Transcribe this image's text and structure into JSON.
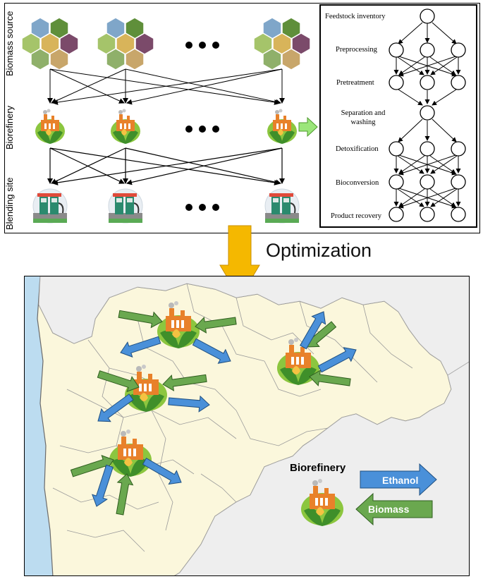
{
  "supply_chain": {
    "row_labels": [
      "Biomass source",
      "Biorefinery",
      "Blending site"
    ],
    "icons": {
      "biomass": "biomass-hexagon-cluster-icon",
      "refinery": "biorefinery-factory-icon",
      "blending": "fuel-pump-icon",
      "ellipsis": "ellipsis-dots-icon",
      "arrow": "green-right-arrow-icon"
    }
  },
  "process": {
    "steps": [
      {
        "label": "Feedstock inventory",
        "nodes": 1
      },
      {
        "label": "Preprocessing",
        "nodes": 3
      },
      {
        "label": "Pretreatment",
        "nodes": 3
      },
      {
        "label": "Separation and washing",
        "nodes": 1
      },
      {
        "label": "Detoxification",
        "nodes": 3
      },
      {
        "label": "Bioconversion",
        "nodes": 3
      },
      {
        "label": "Product recovery",
        "nodes": 3
      }
    ]
  },
  "optimization": {
    "title": "Optimization",
    "arrow_color": "#f5b800"
  },
  "map": {
    "legend": {
      "biorefinery": "Biorefinery",
      "ethanol": "Ethanol",
      "biomass": "Biomass"
    },
    "colors": {
      "land": "#fbf7dc",
      "sea": "#bcdcf0",
      "ethanol_arrow": "#4a90d9",
      "biomass_arrow": "#6aa84f",
      "border": "#888888"
    }
  }
}
